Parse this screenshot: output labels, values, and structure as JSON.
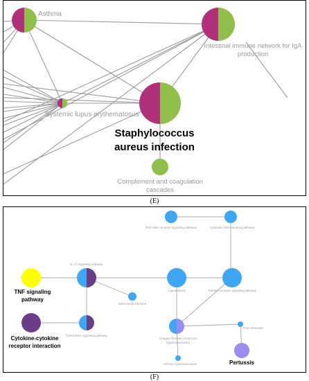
{
  "panel_e": {
    "caption": "(E)",
    "colors": {
      "magenta": "#b0307a",
      "green": "#8fbf4a"
    },
    "labels": {
      "asthma": "Asthma",
      "iga_line1": "Intestinal immune network for IgA",
      "iga_line2": "production",
      "sle": "Systemic lupus erythematosus",
      "staph_line1": "Staphylococcus",
      "staph_line2": "aureus infection",
      "complement_line1": "Complement and coagulation",
      "complement_line2": "cascades"
    }
  },
  "panel_f": {
    "caption": "(F)",
    "colors": {
      "blue": "#3ea6f2",
      "purple": "#6a3d86",
      "yellow": "#ffff00",
      "lavender": "#9b8cf0"
    },
    "labels": {
      "rig": "RIG-I-like receptor signaling pathway",
      "cytosolic": "Cytosolic DNA-sensing pathway",
      "il17": "IL-17 signaling pathway",
      "tnf_line1": "TNF signaling",
      "tnf_line2": "pathway",
      "legionellosis": "Legionellosis",
      "toll": "Toll-like receptor signaling pathway",
      "salmonella": "Salmonella infection",
      "cytokine_line1": "Cytokine-cytokine",
      "cytokine_line2": "receptor interaction",
      "chemokine": "Chemokine signaling pathway",
      "chagas_line1": "Chagas disease (American",
      "chagas_line2": "trypanosomiasis)",
      "prion": "Prion diseases",
      "african": "African trypanosomiasis",
      "pertussis": "Pertussis"
    }
  }
}
